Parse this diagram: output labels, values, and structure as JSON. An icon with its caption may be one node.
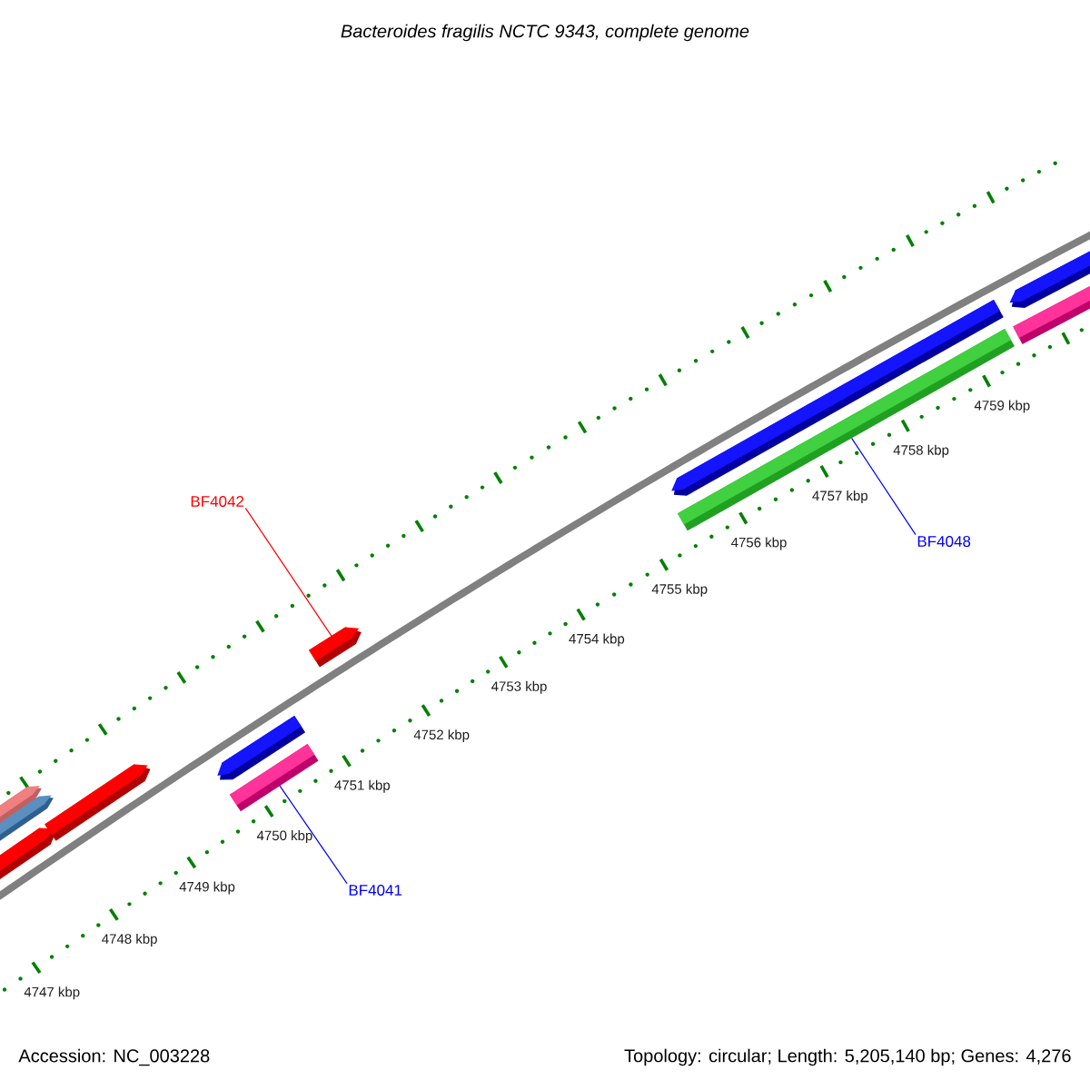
{
  "diagram": {
    "title": "Bacteroides fragilis NCTC 9343, complete genome",
    "nodes": [
      {
        "text": [
          "BF4042"
        ]
      },
      {
        "text": [],
        "shape": "bar"
      },
      {
        "text": [
          "BF4048"
        ]
      },
      {
        "text": [],
        "shape": "bar"
      },
      {
        "text": [
          "BF4041"
        ]
      },
      {
        "text": [],
        "shape": "bar"
      }
    ],
    "edges": [
      {
        "from": 0,
        "to": 1,
        "arrow": "none",
        "color": "#ff0000"
      },
      {
        "from": 2,
        "to": 3,
        "arrow": "none"
      },
      {
        "from": 4,
        "to": 5,
        "arrow": "none"
      }
    ],
    "labels": [
      "4747 kbp",
      "4748 kbp",
      "4749 kbp",
      "4750 kbp",
      "4751 kbp",
      "4752 kbp",
      "4753 kbp",
      "4754 kbp",
      "4755 kbp",
      "4756 kbp",
      "4757 kbp",
      "4758 kbp",
      "4759 kbp",
      "Accession: NC_003228",
      "Topology: circular; Length: 5,205,140 bp; Genes: 4,276"
    ]
  }
}
